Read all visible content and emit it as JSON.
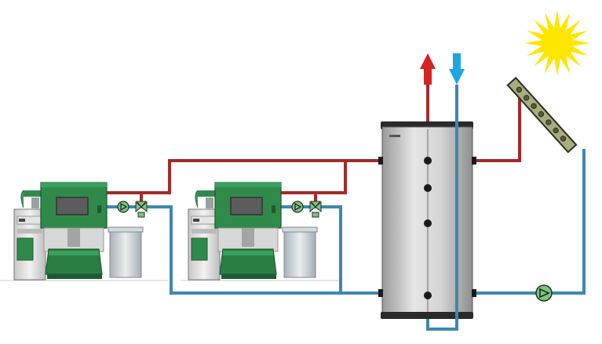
{
  "diagram": {
    "components": {
      "boiler_1": "pellet-boiler",
      "boiler_2": "pellet-boiler",
      "storage_tank": "buffer-tank",
      "solar_collector": "solar-panel",
      "sun": "sun-icon"
    },
    "flows": {
      "hot_outlet": "arrow-up",
      "cold_inlet": "arrow-down"
    }
  },
  "colors": {
    "hot_pipe": "#a32a2a",
    "cold_pipe": "#3d87b0",
    "hot_arrow": "#d42424",
    "cold_arrow": "#1ea6e3",
    "boiler_green": "#2f8a4a",
    "boiler_dark_green": "#1f6a3a",
    "tank_body": "#cfcfcf",
    "sun": "#ffe600",
    "pump": "#79c77a"
  }
}
